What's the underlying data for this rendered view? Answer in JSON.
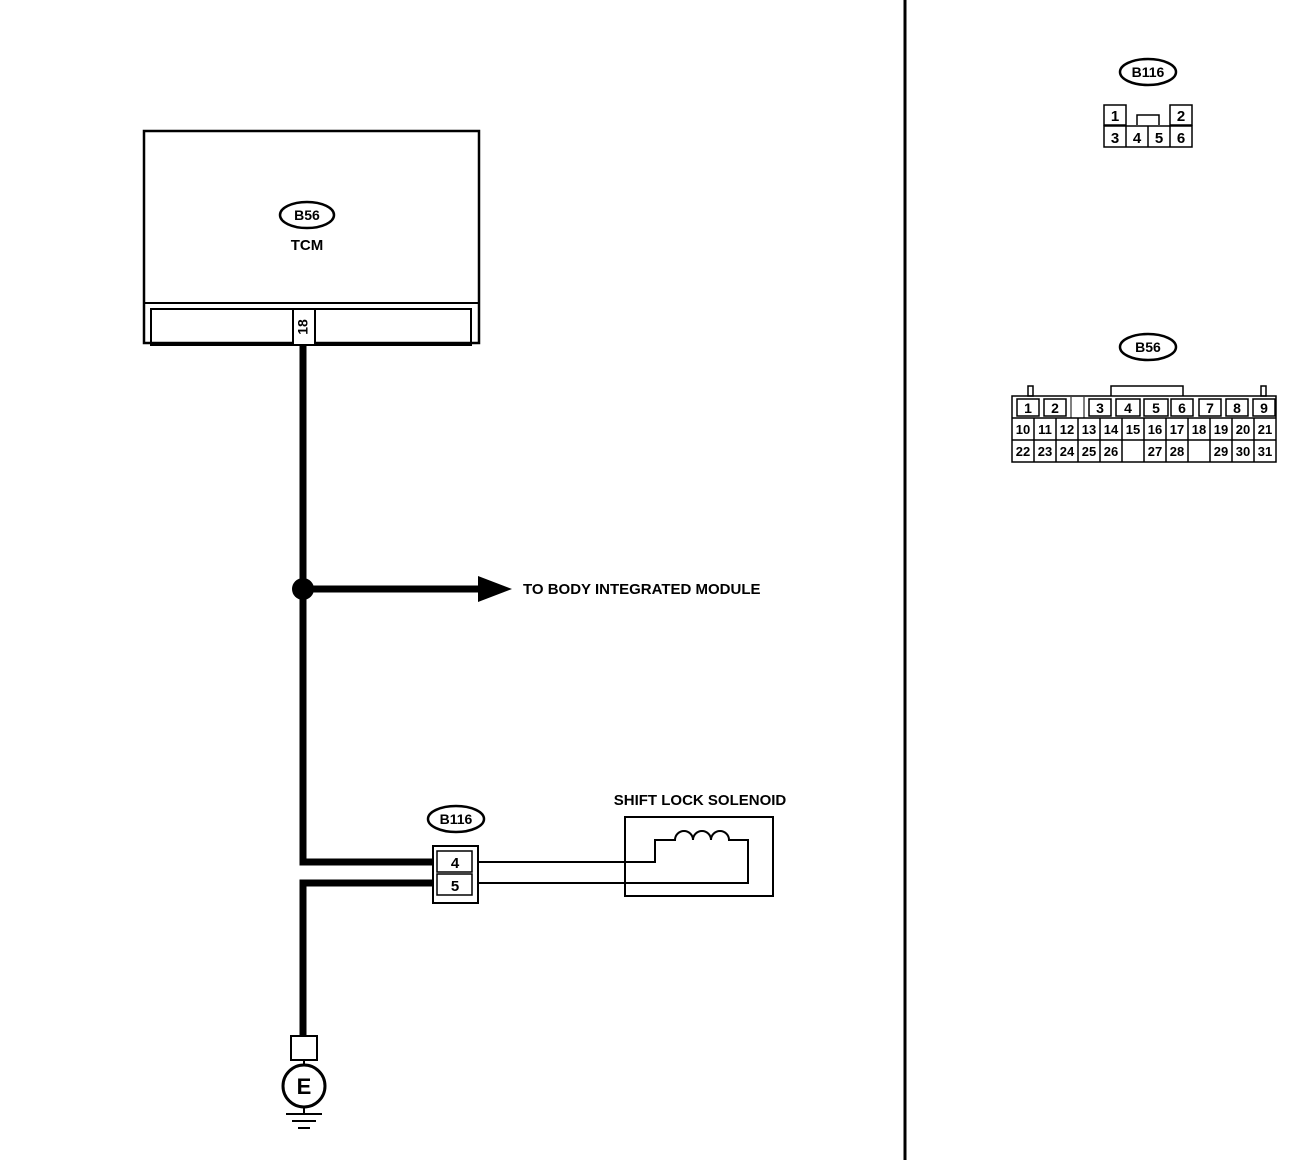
{
  "tcm": {
    "connector_id": "B56",
    "name": "TCM",
    "pin": "18"
  },
  "branch": {
    "label": "TO BODY INTEGRATED MODULE"
  },
  "solenoid": {
    "name": "SHIFT LOCK SOLENOID"
  },
  "b116_inline": {
    "connector_id": "B116",
    "pin_top": "4",
    "pin_bottom": "5"
  },
  "ground": {
    "label": "E"
  },
  "b116_face": {
    "connector_id": "B116",
    "row1": [
      "1",
      "2"
    ],
    "row2": [
      "3",
      "4",
      "5",
      "6"
    ]
  },
  "b56_face": {
    "connector_id": "B56",
    "row1": [
      "1",
      "2",
      "3",
      "4",
      "5",
      "6",
      "7",
      "8",
      "9"
    ],
    "row2": [
      "10",
      "11",
      "12",
      "13",
      "14",
      "15",
      "16",
      "17",
      "18",
      "19",
      "20",
      "21"
    ],
    "row3": [
      "22",
      "23",
      "24",
      "25",
      "26",
      "27",
      "28",
      "29",
      "30",
      "31"
    ]
  }
}
